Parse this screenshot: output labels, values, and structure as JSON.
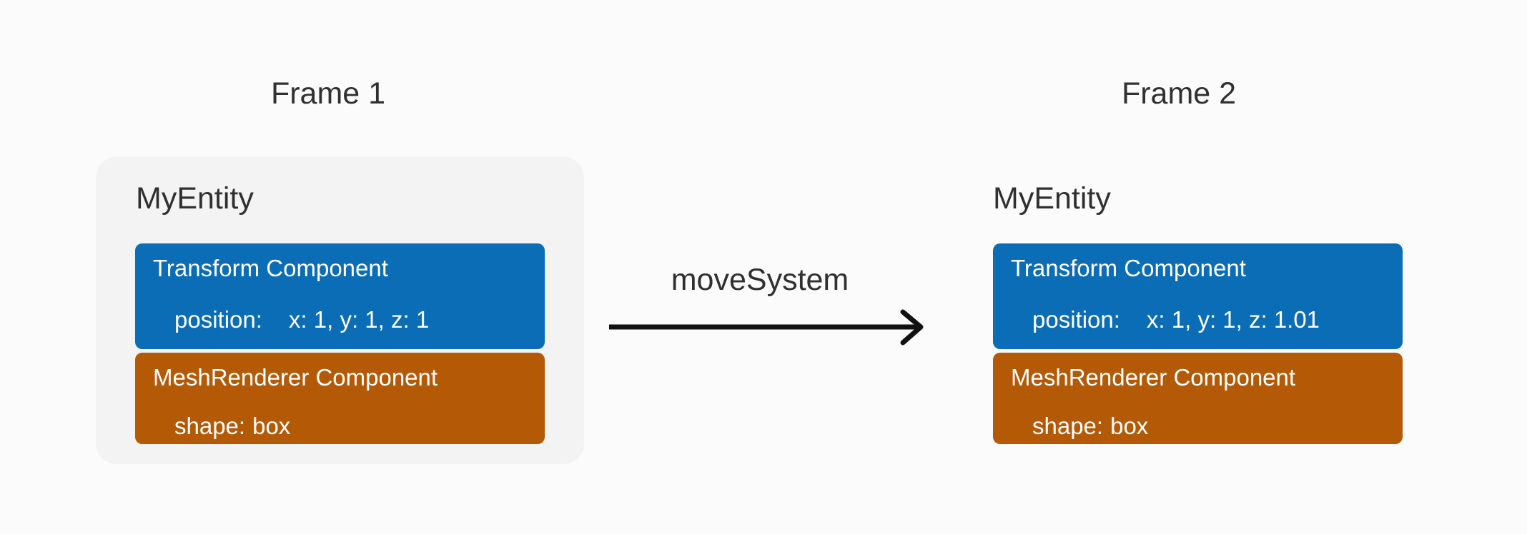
{
  "colors": {
    "page_bg": "#fbfbfb",
    "panel_bg": "#f4f3f3",
    "transform_fill": "#0a6db6",
    "meshrenderer_fill": "#b45a06",
    "text_dark": "#303030",
    "text_light": "#ffffff",
    "arrow_stroke": "#111111"
  },
  "arrow": {
    "label": "moveSystem"
  },
  "frames": [
    {
      "title": "Frame 1",
      "entity": {
        "name": "MyEntity",
        "components": [
          {
            "title": "Transform Component",
            "property_label": "position:",
            "property_value": "x: 1, y: 1, z: 1"
          },
          {
            "title": "MeshRenderer Component",
            "property_label": "shape:",
            "property_value": "box"
          }
        ]
      }
    },
    {
      "title": "Frame 2",
      "entity": {
        "name": "MyEntity",
        "components": [
          {
            "title": "Transform Component",
            "property_label": "position:",
            "property_value": "x: 1, y: 1, z: 1.01"
          },
          {
            "title": "MeshRenderer Component",
            "property_label": "shape:",
            "property_value": "box"
          }
        ]
      }
    }
  ]
}
